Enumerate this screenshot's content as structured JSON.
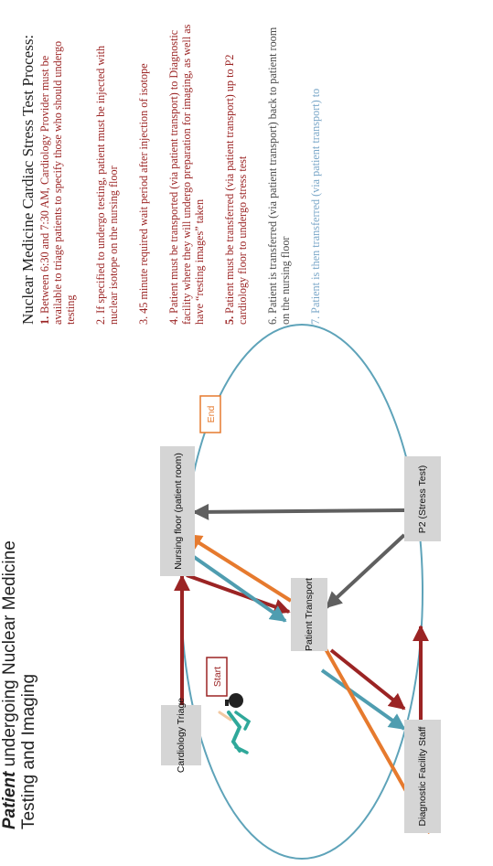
{
  "title": {
    "subject_word": "Patient",
    "rest": "undergoing Nuclear Medicine Testing and Imaging"
  },
  "nodes": [
    {
      "id": "cardiology-triage",
      "label": "Cardiology Triage"
    },
    {
      "id": "nursing-floor",
      "label": "Nursing floor  (patient room)"
    },
    {
      "id": "patient-transport",
      "label": "Patient Transport"
    },
    {
      "id": "diagnostic-facility-staff",
      "label": "Diagnostic Facility Staff"
    },
    {
      "id": "p2-stress-test",
      "label": "P2 (Stress Test)"
    }
  ],
  "badges": {
    "start": "Start",
    "end": "End"
  },
  "colors": {
    "maroon": "#9b2424",
    "orange": "#e67a2e",
    "teal": "#4f9db0",
    "dark_gray": "#5f5f5f",
    "ellipse": "#5ea3b9",
    "node_fill": "#d5d5d5"
  },
  "process": {
    "heading": "Nuclear Medicine Cardiac Stress Test Process:",
    "steps": [
      {
        "num": "1.",
        "text": "Between 6:30 and 7:30 AM, Cardiology Provider must be available to triage patients to specify those who should undergo testing",
        "style": "bold-num"
      },
      {
        "num": "2.",
        "text": "If specified to undergo testing, patient must be injected with nuclear isotope on the nursing floor",
        "style": "plain"
      },
      {
        "num": "3.",
        "text": "45 minute required wait period after injection of isotope",
        "style": "plain"
      },
      {
        "num": "4.",
        "text": "Patient must be transported (via patient transport) to Diagnostic facility where they will undergo preparation for imaging, as well as have “resting images” taken",
        "style": "plain"
      },
      {
        "num": "5.",
        "text": "Patient must be transferred (via patient transport) up to P2 cardiology floor to undergo stress test",
        "style": "bold-num"
      },
      {
        "num": "6.",
        "text": "Patient is transferred (via patient transport) back to patient room on the nursing floor",
        "style": "muted"
      },
      {
        "num": "7.",
        "text": "Patient is then transferred (via patient transport) to",
        "style": "faded"
      }
    ]
  }
}
